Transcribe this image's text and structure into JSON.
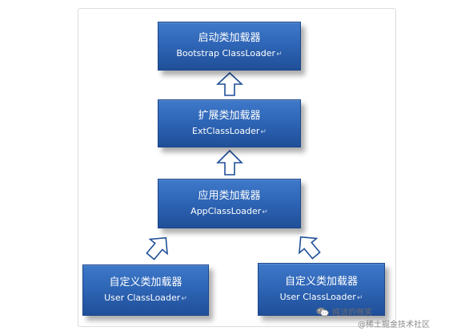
{
  "nodes": {
    "bootstrap": {
      "zh": "启动类加载器",
      "en": "Bootstrap ClassLoader"
    },
    "ext": {
      "zh": "扩展类加载器",
      "en": "ExtClassLoader"
    },
    "app": {
      "zh": "应用类加载器",
      "en": "AppClassLoader"
    },
    "user1": {
      "zh": "自定义类加载器",
      "en": "User ClassLoader"
    },
    "user2": {
      "zh": "自定义类加载器",
      "en": "User ClassLoader"
    }
  },
  "watermark": {
    "account": "纯洁的微笑",
    "site": "@稀土掘金技术社区",
    "icon": "wechat-icon"
  },
  "colors": {
    "node_fill": "#2f66b7",
    "node_border": "#1b468a",
    "arrow_stroke": "#1f4f98",
    "arrow_fill": "#ffffff"
  }
}
